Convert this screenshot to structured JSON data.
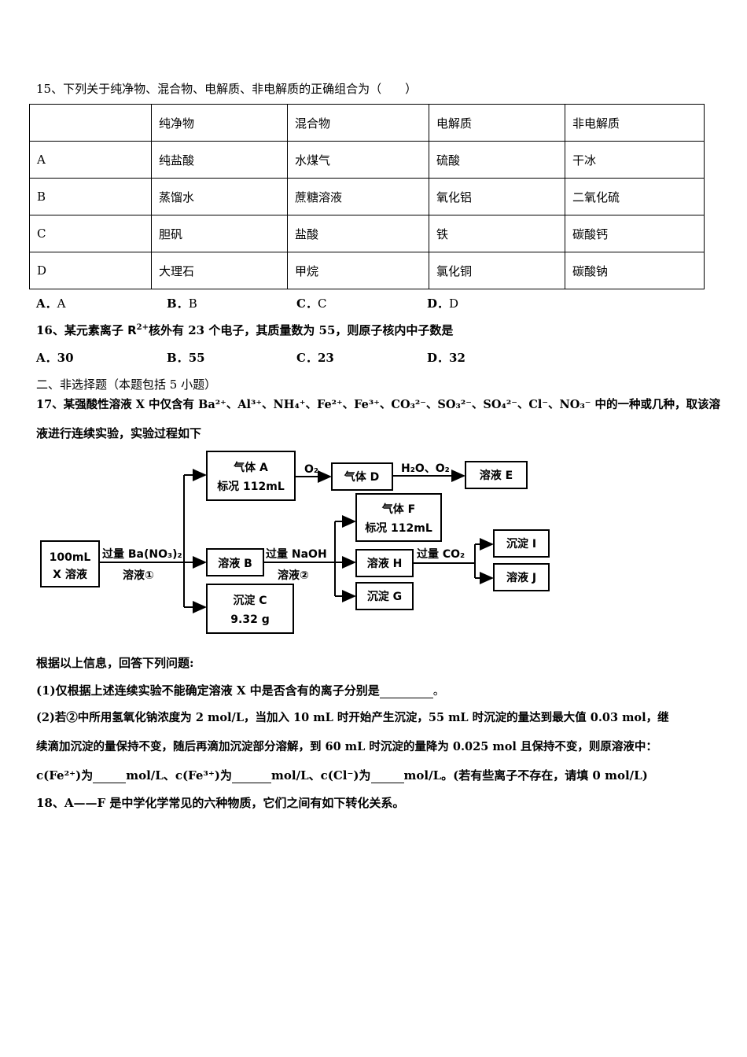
{
  "q15": {
    "stem": "15、下列关于纯净物、混合物、电解质、非电解质的正确组合为（　　）",
    "header": [
      "",
      "纯净物",
      "混合物",
      "电解质",
      "非电解质"
    ],
    "rows": [
      [
        "A",
        "纯盐酸",
        "水煤气",
        "硫酸",
        "干冰"
      ],
      [
        "B",
        "蒸馏水",
        "蔗糖溶液",
        "氧化铝",
        "二氧化硫"
      ],
      [
        "C",
        "胆矾",
        "盐酸",
        "铁",
        "碳酸钙"
      ],
      [
        "D",
        "大理石",
        "甲烷",
        "氯化铜",
        "碳酸钠"
      ]
    ],
    "options": [
      {
        "letter": "A．",
        "text": "A"
      },
      {
        "letter": "B．",
        "text": "B"
      },
      {
        "letter": "C．",
        "text": "C"
      },
      {
        "letter": "D．",
        "text": "D"
      }
    ]
  },
  "q16": {
    "stem_a": "16、某元素离子 ",
    "ion": "R",
    "charge": "2+",
    "stem_b": "核外有 23 个电子，其质量数为 55，则原子核内中子数是",
    "options": [
      {
        "letter": "A．",
        "text": "30"
      },
      {
        "letter": "B．",
        "text": "55"
      },
      {
        "letter": "C．",
        "text": "23"
      },
      {
        "letter": "D．",
        "text": "32"
      }
    ]
  },
  "section2": "二、非选择题（本题包括 5 小题）",
  "q17": {
    "stem_line1": "17、某强酸性溶液 X 中仅含有 Ba²⁺、Al³⁺、NH₄⁺、Fe²⁺、Fe³⁺、CO₃²⁻、SO₃²⁻、SO₄²⁻、Cl⁻、NO₃⁻ 中的一种或几种，取该溶",
    "stem_line2": "液进行连续实验，实验过程如下",
    "flow": {
      "start_line1": "100mL",
      "start_line2": "X 溶液",
      "step1_top": "过量 Ba(NO₃)₂",
      "step1_bottom": "溶液①",
      "gasA_line1": "气体 A",
      "gasA_line2": "标况 112mL",
      "o2": "O₂",
      "gasD": "气体 D",
      "h2o_o2": "H₂O、O₂",
      "solE": "溶液 E",
      "solB": "溶液 B",
      "precC_line1": "沉淀 C",
      "precC_line2": "9.32 g",
      "step2_top": "过量 NaOH",
      "step2_bottom": "溶液②",
      "gasF_line1": "气体 F",
      "gasF_line2": "标况 112mL",
      "solH": "溶液 H",
      "precG": "沉淀 G",
      "co2": "过量 CO₂",
      "precI": "沉淀 I",
      "solJ": "溶液 J"
    },
    "intro": "根据以上信息，回答下列问题:",
    "p1_a": "(1)仅根据上述连续实验不能确定溶液 X 中是否含有的离子分别是",
    "p1_b": "。",
    "p2_line1": "(2)若②中所用氢氧化钠浓度为 2 mol/L，当加入 10 mL 时开始产生沉淀，55 mL 时沉淀的量达到最大值 0.03 mol，继",
    "p2_line2": "续滴加沉淀的量保持不变，随后再滴加沉淀部分溶解，到 60 mL 时沉淀的量降为 0.025 mol 且保持不变，则原溶液中：",
    "p2_line3": {
      "c1": "c(Fe²⁺)为",
      "u1": "mol/L、",
      "c2": "c(Fe³⁺)为",
      "u2": "mol/L、",
      "c3": "c(Cl⁻)为",
      "u3": "mol/L。(若有些离子不存在，请填 0 mol/L)"
    }
  },
  "q18": {
    "stem": "18、A——F 是中学化学常见的六种物质，它们之间有如下转化关系。"
  }
}
